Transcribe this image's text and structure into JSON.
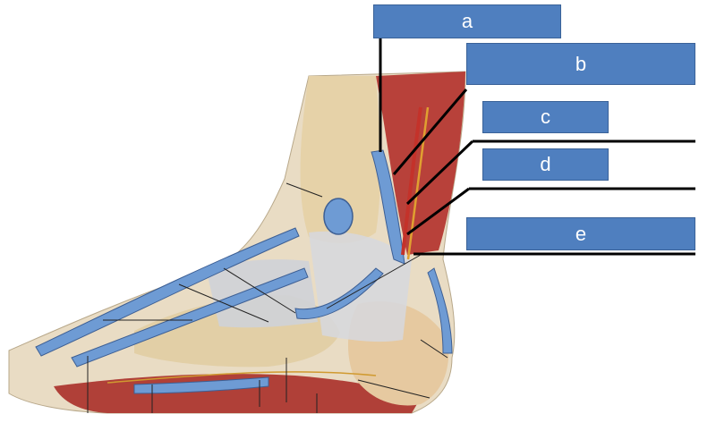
{
  "figure": {
    "labels": [
      {
        "id": "a",
        "text": "a"
      },
      {
        "id": "b",
        "text": "b"
      },
      {
        "id": "c",
        "text": "c"
      },
      {
        "id": "d",
        "text": "d"
      },
      {
        "id": "e",
        "text": "e"
      }
    ]
  },
  "colors": {
    "label_fill": "#4f7fbf",
    "tendon_sheath": "#6e9bd4",
    "bone": "#e6d2a8",
    "muscle": "#b8413a",
    "ligament": "#cfd2d8",
    "leader_line": "#000000"
  }
}
